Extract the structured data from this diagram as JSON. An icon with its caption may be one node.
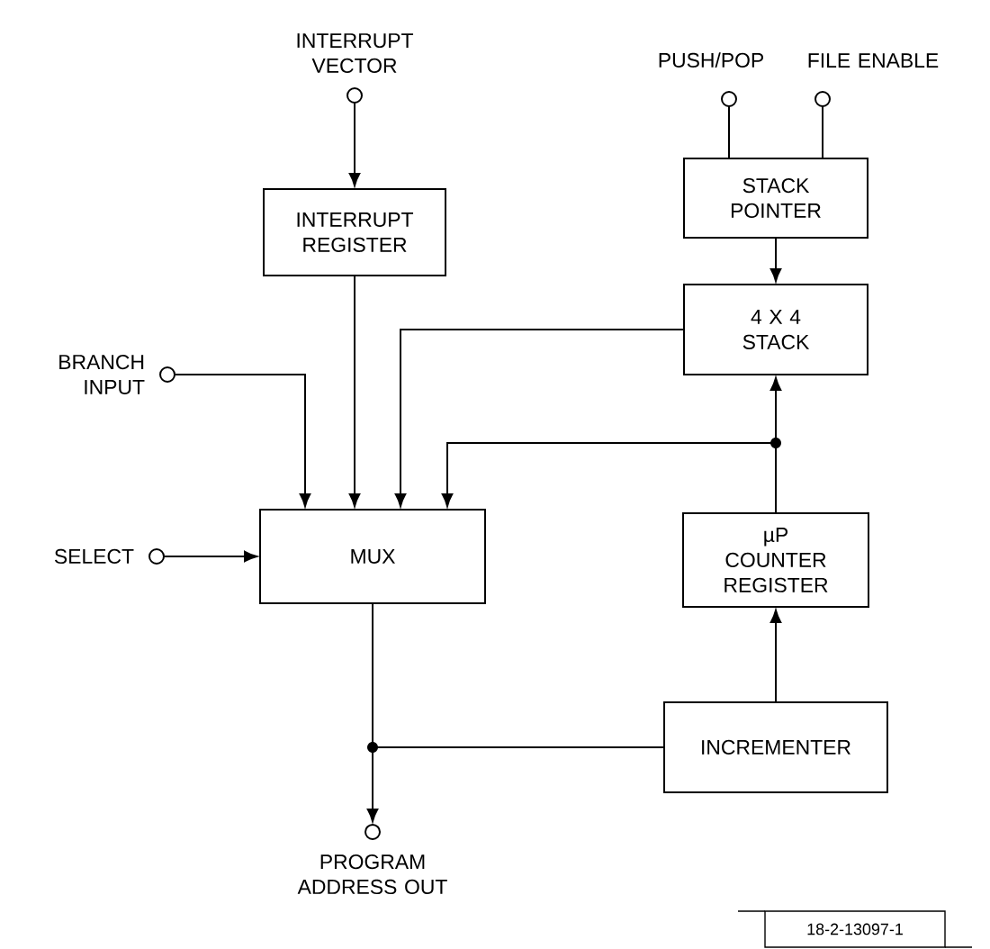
{
  "diagram": {
    "nodes": [
      {
        "text": [],
        "shape": "circle",
        "beside": [
          "INTERRUPT VECTOR"
        ]
      },
      {
        "text": [],
        "shape": "circle",
        "beside": [
          "PUSH/POP"
        ]
      },
      {
        "text": [],
        "shape": "circle",
        "beside": [
          "FILE ENABLE"
        ]
      },
      {
        "text": [
          "INTERRUPT REGISTER"
        ]
      },
      {
        "text": [
          "STACK POINTER"
        ]
      },
      {
        "text": [
          "4 X 4 STACK"
        ]
      },
      {
        "text": [],
        "shape": "circle",
        "beside": [
          "BRANCH INPUT"
        ]
      },
      {
        "text": [],
        "shape": "circle",
        "beside": [
          "SELECT"
        ]
      },
      {
        "text": [
          "MUX"
        ]
      },
      {
        "text": [
          "µP COUNTER REGISTER"
        ]
      },
      {
        "text": [
          "INCREMENTER"
        ]
      },
      {
        "text": [],
        "shape": "circle",
        "beside": [
          "PROGRAM ADDRESS OUT"
        ]
      }
    ],
    "edges": [
      {
        "from": 0,
        "to": 3,
        "arrow": "to"
      },
      {
        "from": 1,
        "to": 4,
        "arrow": "none"
      },
      {
        "from": 2,
        "to": 4,
        "arrow": "none"
      },
      {
        "from": 4,
        "to": 5,
        "arrow": "to"
      },
      {
        "from": 3,
        "to": 8,
        "arrow": "to"
      },
      {
        "from": 6,
        "to": 8,
        "arrow": "to"
      },
      {
        "from": 7,
        "to": 8,
        "arrow": "to"
      },
      {
        "from": 5,
        "to": 8,
        "arrow": "to"
      },
      {
        "from": 9,
        "to": 5,
        "arrow": "to"
      },
      {
        "from": 9,
        "to": 8,
        "arrow": "to"
      },
      {
        "from": 10,
        "to": 9,
        "arrow": "to"
      },
      {
        "from": 8,
        "to": 10,
        "arrow": "none"
      },
      {
        "from": 8,
        "to": 11,
        "arrow": "to"
      }
    ],
    "labels": [
      "18-2-13097-1"
    ]
  }
}
